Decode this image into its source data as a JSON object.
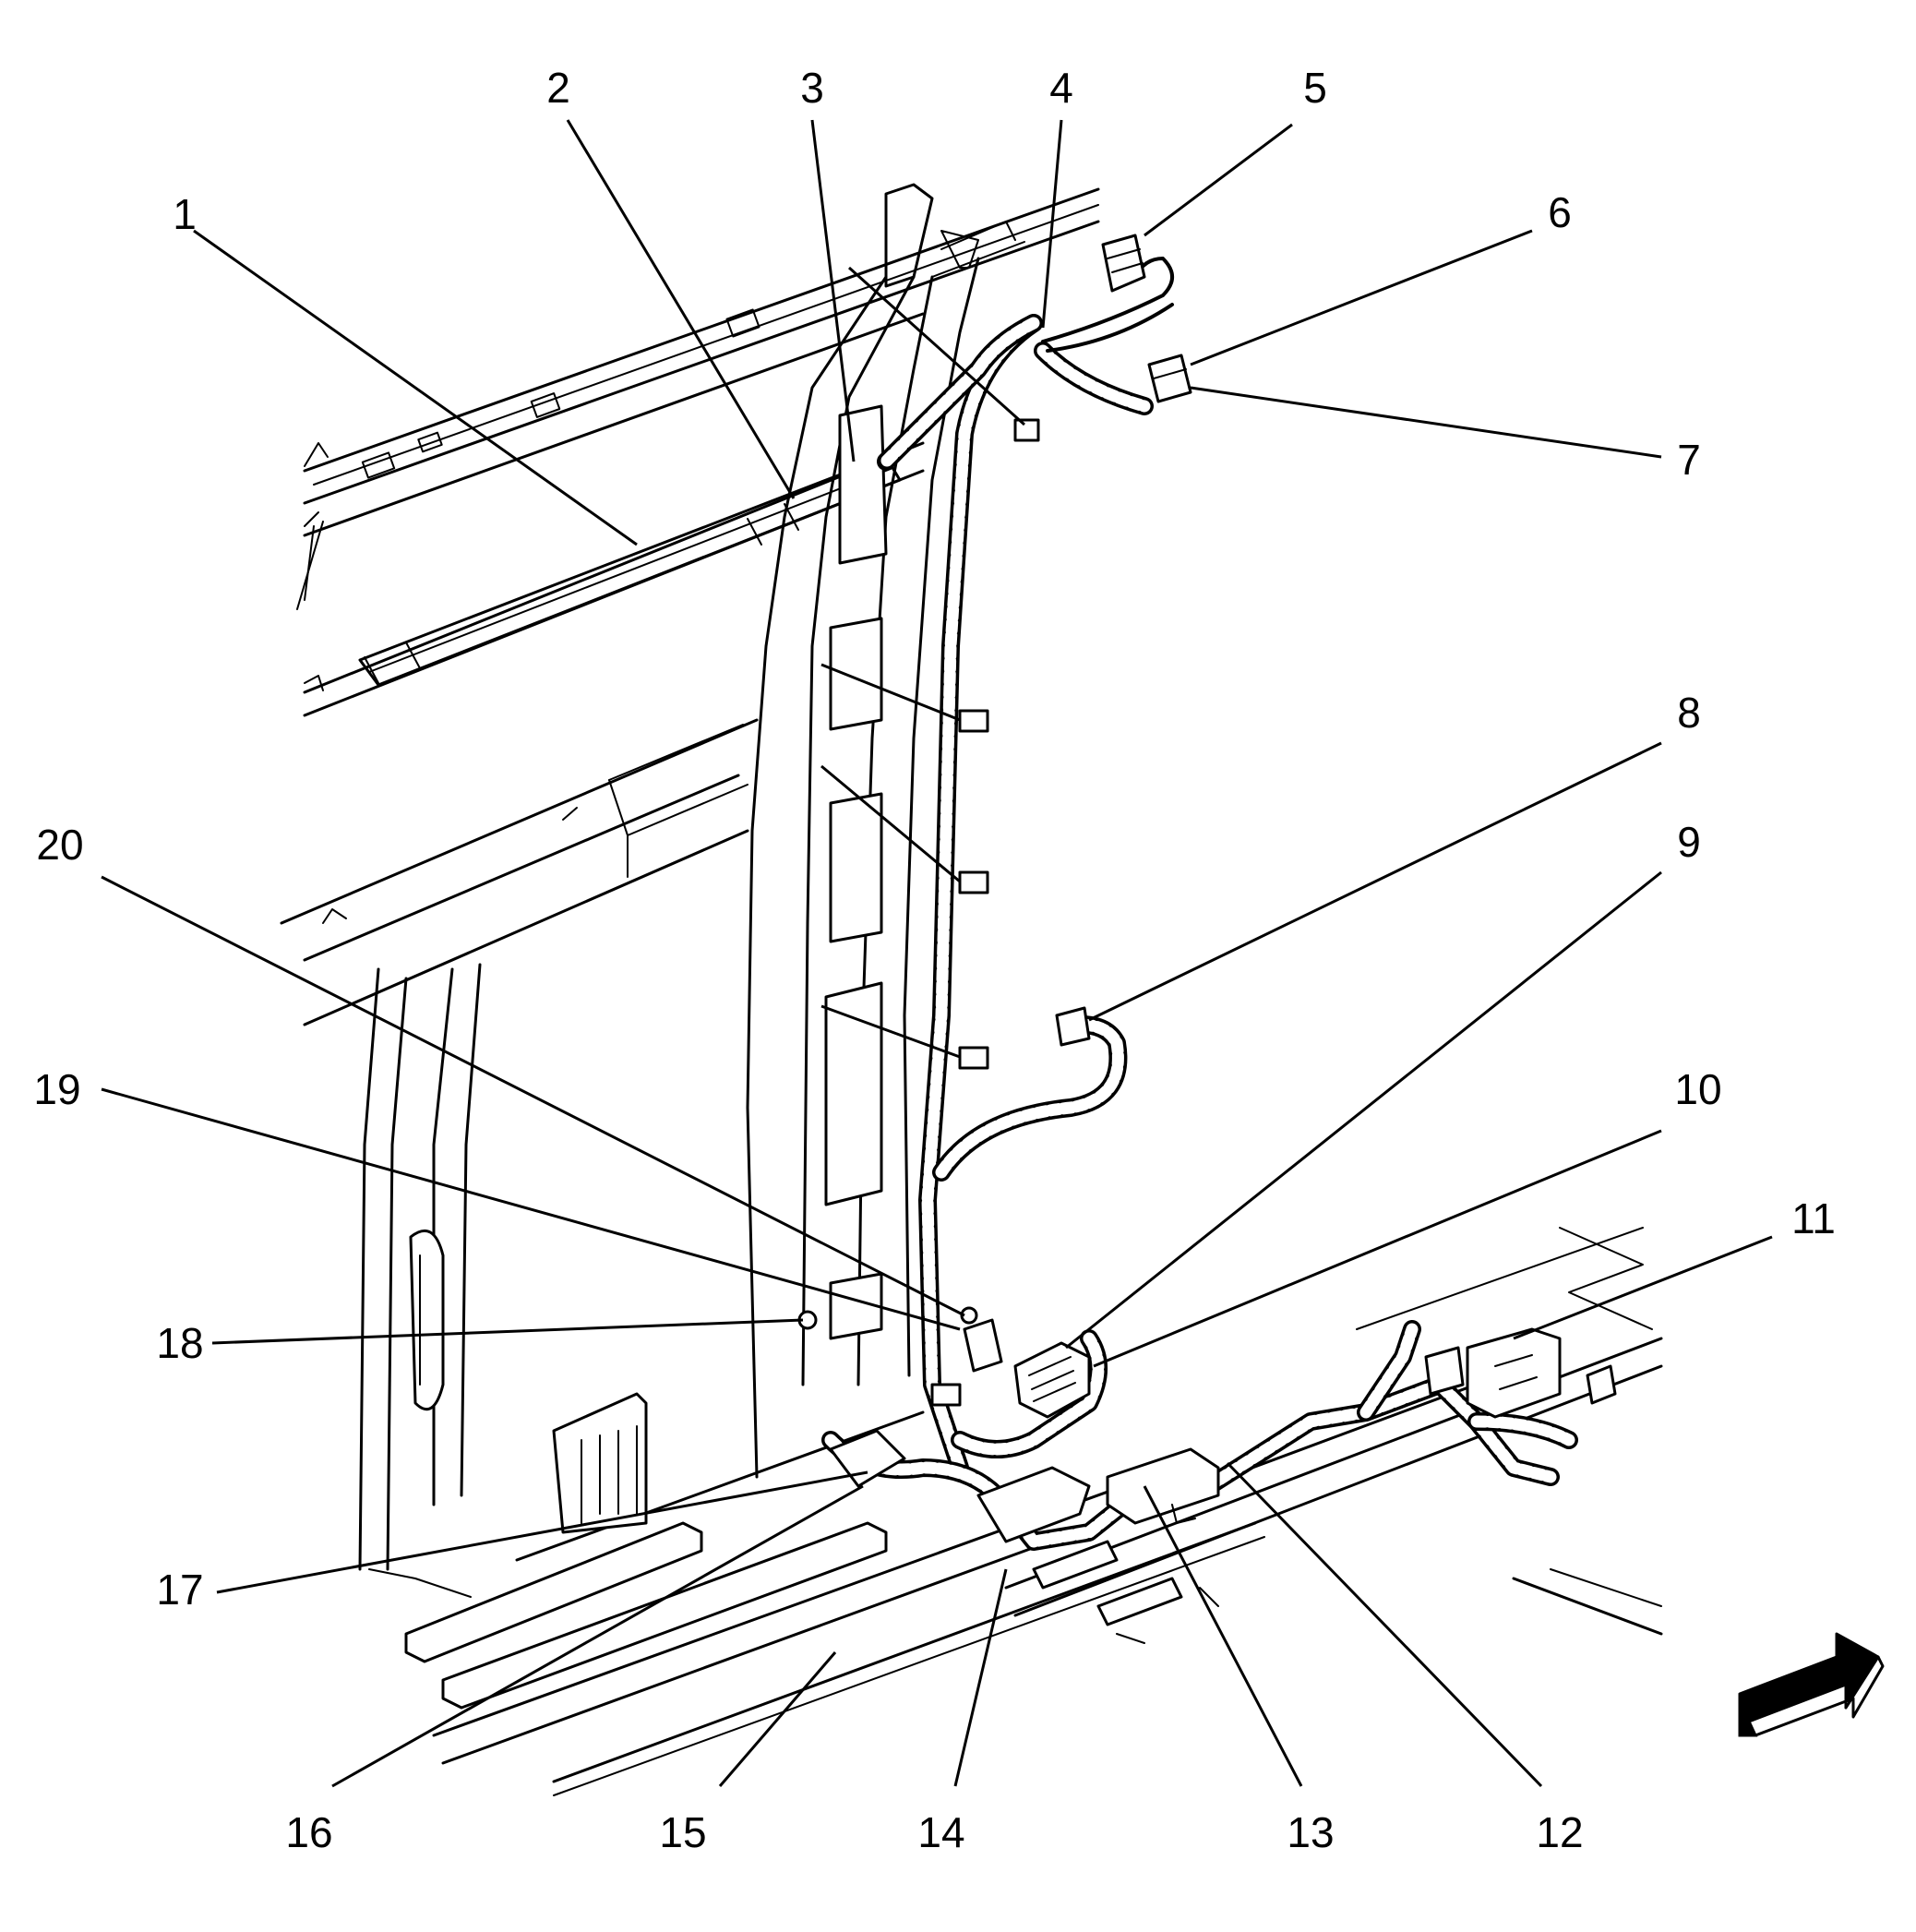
{
  "diagram": {
    "callouts": [
      {
        "id": "c1",
        "label": "1"
      },
      {
        "id": "c2",
        "label": "2"
      },
      {
        "id": "c3",
        "label": "3"
      },
      {
        "id": "c4",
        "label": "4"
      },
      {
        "id": "c5",
        "label": "5"
      },
      {
        "id": "c6",
        "label": "6"
      },
      {
        "id": "c7",
        "label": "7"
      },
      {
        "id": "c8",
        "label": "8"
      },
      {
        "id": "c9",
        "label": "9"
      },
      {
        "id": "c10",
        "label": "10"
      },
      {
        "id": "c11",
        "label": "11"
      },
      {
        "id": "c12",
        "label": "12"
      },
      {
        "id": "c13",
        "label": "13"
      },
      {
        "id": "c14",
        "label": "14"
      },
      {
        "id": "c15",
        "label": "15"
      },
      {
        "id": "c16",
        "label": "16"
      },
      {
        "id": "c17",
        "label": "17"
      },
      {
        "id": "c18",
        "label": "18"
      },
      {
        "id": "c19",
        "label": "19"
      },
      {
        "id": "c20",
        "label": "20"
      }
    ],
    "orientation_icon": "front-direction-arrow-icon"
  }
}
